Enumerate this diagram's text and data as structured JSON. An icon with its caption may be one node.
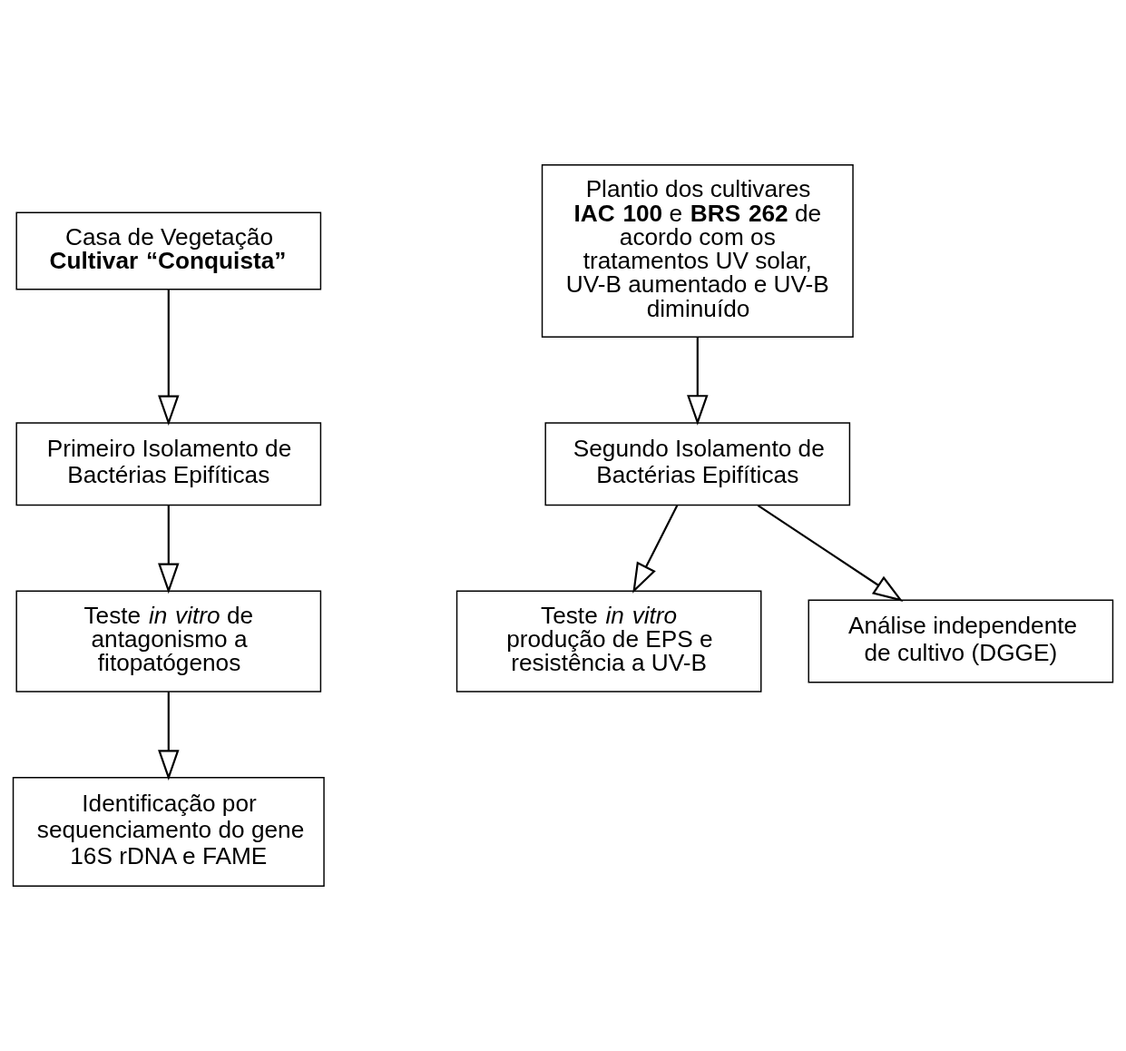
{
  "diagram": {
    "nodes": [
      {
        "text": [
          "Casa de Vegetação **Cultivar “Conquista”**"
        ]
      },
      {
        "text": [
          "Plantio dos cultivares **IAC 100** e **BRS 262** de acordo com os tratamentos UV solar, UV-B aumentado e UV-B diminuído"
        ]
      },
      {
        "text": [
          "Primeiro Isolamento de Bactérias Epifíticas"
        ]
      },
      {
        "text": [
          "Segundo Isolamento de Bactérias Epifíticas"
        ]
      },
      {
        "text": [
          "Teste *in vitro* de antagonismo a fitopatógenos"
        ]
      },
      {
        "text": [
          "Teste *in vitro* produção de EPS e resistência a UV-B"
        ]
      },
      {
        "text": [
          "Análise independente de cultivo (DGGE)"
        ]
      },
      {
        "text": [
          "Identificação por sequenciamento do gene 16S rDNA e FAME"
        ]
      }
    ],
    "edges": [
      {
        "from": 0,
        "to": 2,
        "arrow": "to"
      },
      {
        "from": 2,
        "to": 4,
        "arrow": "to"
      },
      {
        "from": 4,
        "to": 7,
        "arrow": "to"
      },
      {
        "from": 1,
        "to": 3,
        "arrow": "to"
      },
      {
        "from": 3,
        "to": 5,
        "arrow": "to"
      },
      {
        "from": 3,
        "to": 6,
        "arrow": "to"
      }
    ]
  }
}
